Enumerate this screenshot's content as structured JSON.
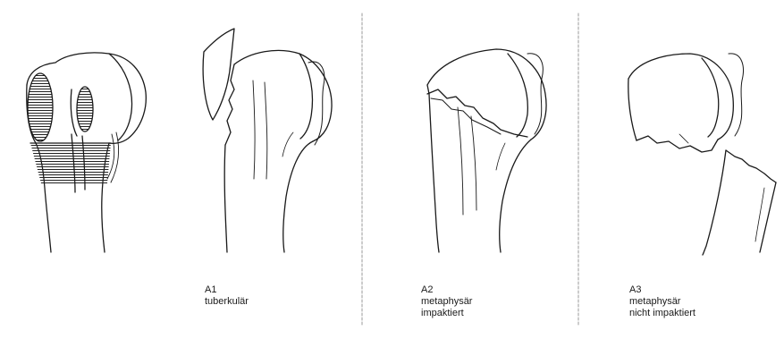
{
  "figure": {
    "panels": [
      {
        "id": "A1",
        "description": "tuberkulär"
      },
      {
        "id": "A2",
        "description_line1": "metaphysär",
        "description_line2": "impaktiert"
      },
      {
        "id": "A3",
        "description_line1": "metaphysär",
        "description_line2": "nicht impaktiert"
      }
    ]
  },
  "colors": {
    "ink": "#1a1a1a",
    "background": "#ffffff",
    "hatch": "#222222"
  }
}
